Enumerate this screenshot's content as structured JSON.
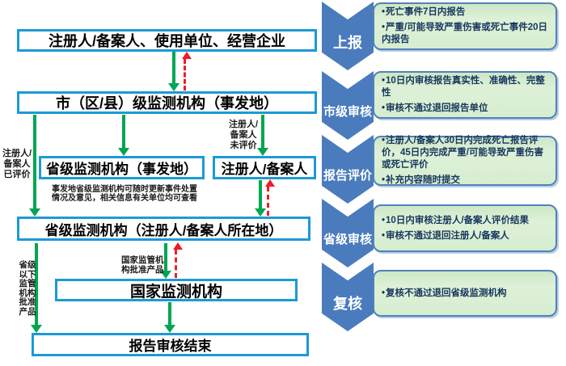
{
  "colors": {
    "flow_box_border": "#1b9ad6",
    "arrow_green": "#00a651",
    "arrow_red": "#ee1c25",
    "chevron_blue": "#4a7bbd",
    "info_box_fill": "#d6edd0",
    "info_box_border": "#4f81bd",
    "info_text": "#17365d"
  },
  "flow": {
    "boxes": {
      "reporters": "注册人/备案人、使用单位、经营企业",
      "city_monitor": "市（区/县）级监测机构（事发地）",
      "provincial_event": "省级监测机构（事发地）",
      "registrant": "注册人/备案人",
      "provincial_home": "省级监测机构（注册人/备案人所在地）",
      "national_monitor": "国家监测机构",
      "end": "报告审核结束"
    },
    "annotations": {
      "registrant_evaluated": "注册人/\n备案人\n已评价",
      "registrant_not_evaluated": "注册人/\n备案人\n未评价",
      "provincial_note": "事发地省级监测机构可随时更新事件处置\n情况及意见，相关信息有关单位均可查看",
      "national_approved": "国家监管机\n构批准产品",
      "sub_provincial_approved": "省级\n以下\n监管\n机构\n批准\n产品"
    }
  },
  "stages": [
    {
      "label": "上报",
      "bullets": [
        "死亡事件7日内报告",
        "严重/可能导致严重伤害或死亡事件20日内报告"
      ]
    },
    {
      "label": "市级审核",
      "bullets": [
        "10日内审核报告真实性、准确性、完整性",
        "审核不通过退回报告单位"
      ]
    },
    {
      "label": "报告评价",
      "bullets": [
        "注册人/备案人30日内完成死亡报告评价，45日内完成严重/可能导致严重伤害或死亡评价",
        "补充内容随时提交"
      ]
    },
    {
      "label": "省级审核",
      "bullets": [
        "10日内审核注册人/备案人评价结果",
        "审核不通过退回注册人/备案人"
      ]
    },
    {
      "label": "复核",
      "bullets": [
        "复核不通过退回省级监测机构"
      ]
    }
  ]
}
